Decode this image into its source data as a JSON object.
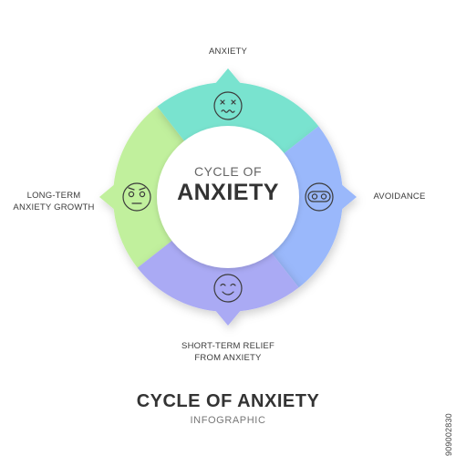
{
  "diagram": {
    "center_subtitle": "CYCLE OF",
    "center_title": "ANXIETY",
    "segments": [
      {
        "id": "anxiety",
        "label_lines": [
          "ANXIETY"
        ],
        "color": "#79e3cf",
        "icon": "dizzy-face-icon"
      },
      {
        "id": "avoidance",
        "label_lines": [
          "AVOIDANCE"
        ],
        "color": "#9ab8fb",
        "icon": "masked-face-icon"
      },
      {
        "id": "short-term-relief",
        "label_lines": [
          "SHORT-TERM RELIEF",
          "FROM ANXIETY"
        ],
        "color": "#aaaaf4",
        "icon": "smiling-face-icon"
      },
      {
        "id": "long-term-growth",
        "label_lines": [
          "LONG-TERM",
          "ANXIETY GROWTH"
        ],
        "color": "#c1f09d",
        "icon": "confused-face-icon"
      }
    ]
  },
  "footer": {
    "title": "CYCLE OF ANXIETY",
    "subtitle": "INFOGRAPHIC"
  },
  "watermark": {
    "stock_id": "909002830"
  }
}
